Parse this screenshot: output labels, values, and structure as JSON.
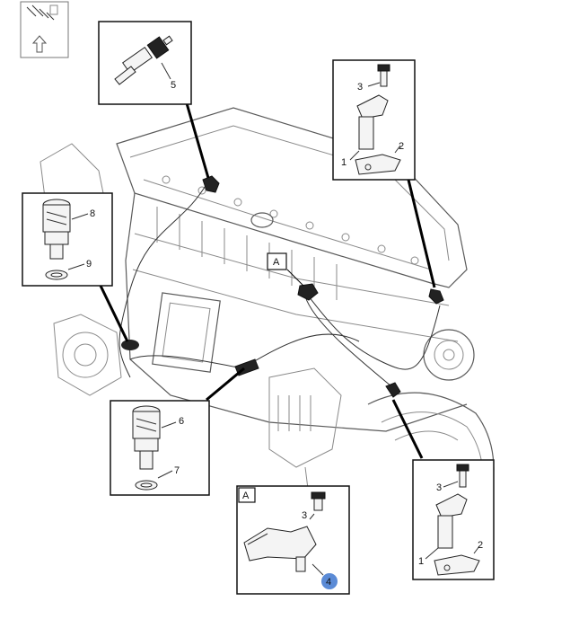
{
  "labels": {
    "n1a": "1",
    "n2a": "2",
    "n3a": "3",
    "n1b": "1",
    "n2b": "2",
    "n3b": "3",
    "n3c": "3",
    "n4": "4",
    "n5": "5",
    "n6": "6",
    "n7": "7",
    "n8": "8",
    "n9": "9",
    "refA_engine": "A",
    "refA_detail": "A"
  },
  "highlight_color": "#5b8bd6"
}
